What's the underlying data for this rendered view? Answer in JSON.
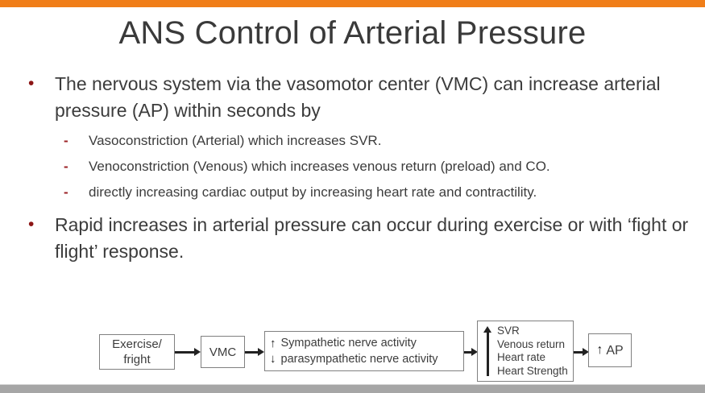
{
  "slide": {
    "title": "ANS Control  of  Arterial Pressure",
    "accent_color_top": "#F07E19",
    "bottom_band_color": "#a6a6a6",
    "title_color": "#3a3a3a",
    "bullet_marker_color": "#8c1616",
    "dash_marker_color": "#9b2226",
    "body_text_color": "#3c3c3c"
  },
  "bullets": [
    {
      "marker": "•",
      "text": "The nervous system via the vasomotor center (VMC) can increase arterial pressure (AP) within seconds by"
    },
    {
      "marker": "•",
      "text": "Rapid increases in arterial pressure can occur during exercise or with ‘fight or flight’ response."
    }
  ],
  "sub_bullets": [
    {
      "marker": "-",
      "text": "Vasoconstriction (Arterial) which increases SVR."
    },
    {
      "marker": "-",
      "text": "Venoconstriction (Venous) which increases venous return (preload) and CO."
    },
    {
      "marker": "-",
      "text": "directly increasing cardiac output by increasing heart rate and contractility."
    }
  ],
  "diagram": {
    "box_exercise": {
      "line1": "Exercise/",
      "line2": "fright"
    },
    "box_vmc": {
      "label": "VMC"
    },
    "box_nerve": {
      "arrow_up": "↑",
      "arrow_down": "↓",
      "line1": "Sympathetic nerve activity",
      "line2": "parasympathetic nerve activity"
    },
    "box_svr": {
      "line1": "SVR",
      "line2": "Venous return",
      "line3": "Heart rate",
      "line4": "Heart Strength"
    },
    "box_ap": {
      "arrow": "↑",
      "label": "AP"
    }
  }
}
